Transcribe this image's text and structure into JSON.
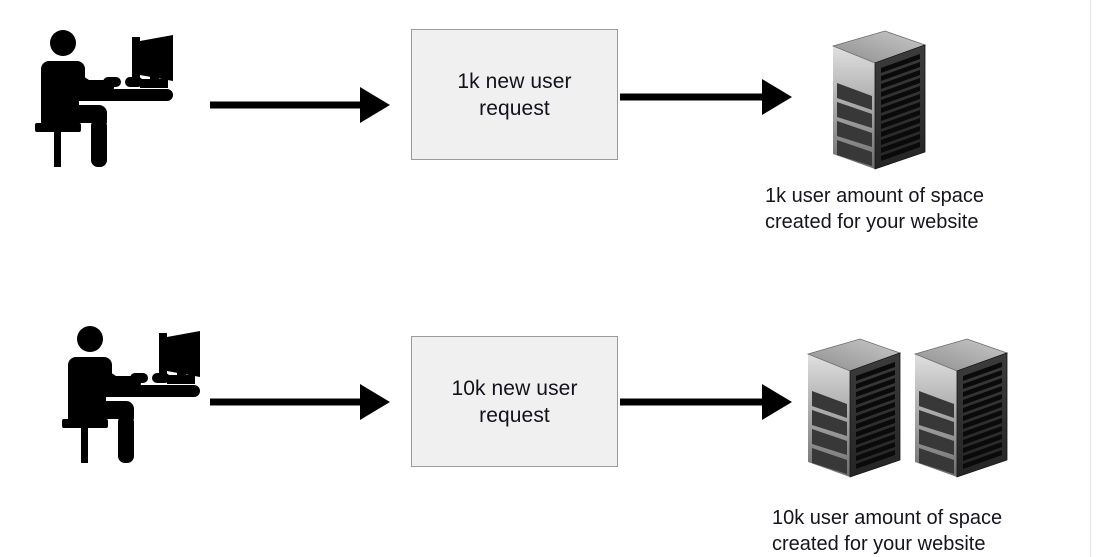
{
  "diagram": {
    "title": "Website capacity scaling diagram",
    "background_color": "#ffffff",
    "box_fill_color": "#f0f0f0",
    "box_border_color": "#9a9a9a",
    "arrow_color": "#000000",
    "text_color": "#14151d",
    "rows": [
      {
        "id": "row-1k",
        "actor_icon": "person-at-computer-icon",
        "arrow_in": "arrow-right-icon",
        "box_label": "1k new user\nrequest",
        "arrow_out": "arrow-right-icon",
        "server_count": 1,
        "server_icon": "server-tower-icon",
        "caption": "1k user amount of space\ncreated for your website"
      },
      {
        "id": "row-10k",
        "actor_icon": "person-at-computer-icon",
        "arrow_in": "arrow-right-icon",
        "box_label": "10k new user\nrequest",
        "arrow_out": "arrow-right-icon",
        "server_count": 2,
        "server_icon": "server-tower-icon",
        "caption": "10k user amount of space\ncreated for your website"
      }
    ]
  }
}
